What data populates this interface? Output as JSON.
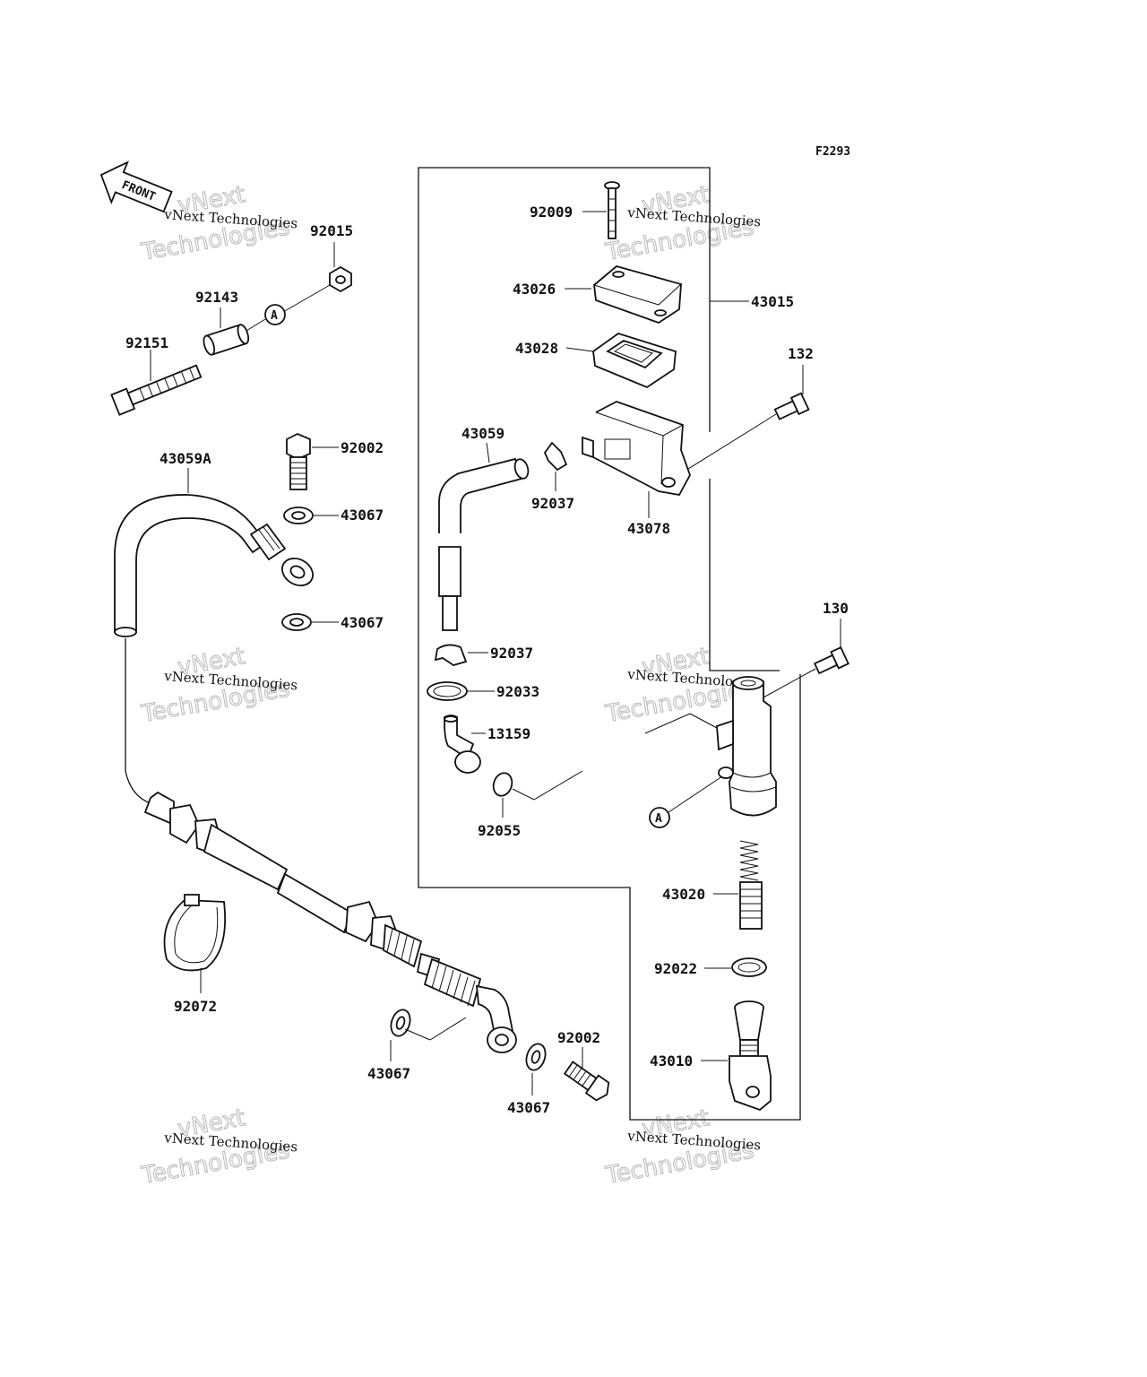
{
  "figure_code": "F2293",
  "front_marker": "FRONT",
  "reference_mark": "A",
  "watermark": {
    "small": "vNext Technologies",
    "large_top": "vNext",
    "large_bottom": "Technologies"
  },
  "part_labels": {
    "p92009": "92009",
    "p43026": "43026",
    "p43015": "43015",
    "p43028": "43028",
    "p132": "132",
    "p43059": "43059",
    "p92037_upper": "92037",
    "p43078": "43078",
    "p92015": "92015",
    "p92143": "92143",
    "p92151": "92151",
    "p92002_upper": "92002",
    "p43059A": "43059A",
    "p43067_a": "43067",
    "p43067_b": "43067",
    "p130": "130",
    "p92037_lower": "92037",
    "p92033": "92033",
    "p13159": "13159",
    "p92055": "92055",
    "p43020": "43020",
    "p92022": "92022",
    "p92072": "92072",
    "p92002_lower": "92002",
    "p43010": "43010",
    "p43067_c": "43067",
    "p43067_d": "43067"
  }
}
